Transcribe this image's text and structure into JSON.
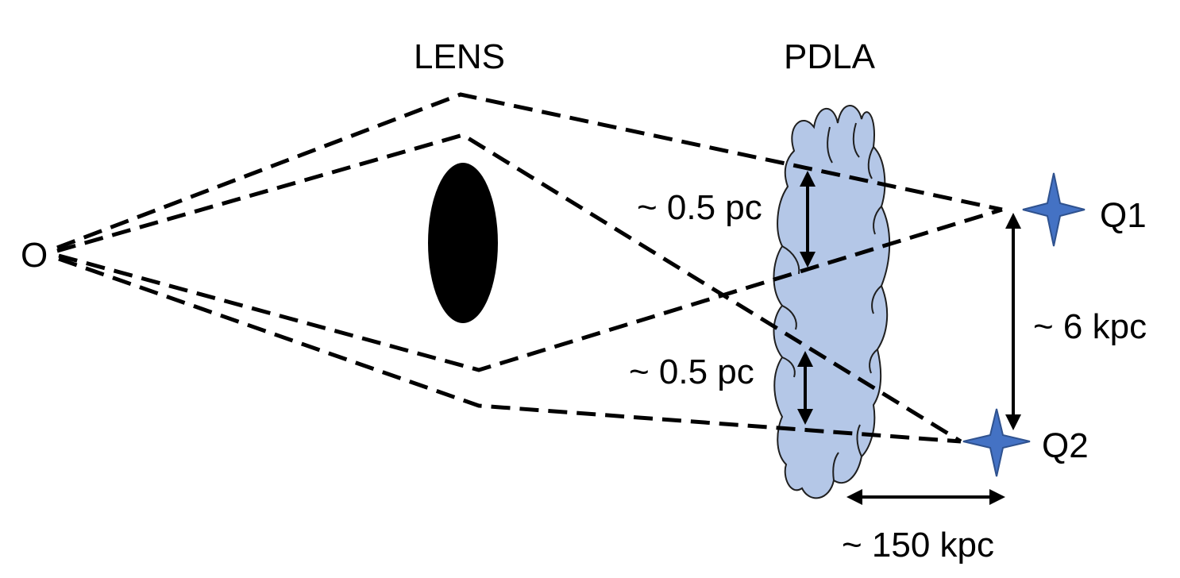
{
  "labels": {
    "observer": "O",
    "lens": "LENS",
    "pdla": "PDLA",
    "quasar1": "Q1",
    "quasar2": "Q2",
    "upper_size": "~ 0.5 pc",
    "lower_size": "~ 0.5 pc",
    "separation": "~ 6 kpc",
    "distance": "~ 150 kpc"
  },
  "colors": {
    "cloud_fill": "#b4c7e7",
    "cloud_stroke": "#1f1f1f",
    "star_fill": "#4472c4",
    "line": "#000000",
    "lens_fill": "#000000"
  }
}
